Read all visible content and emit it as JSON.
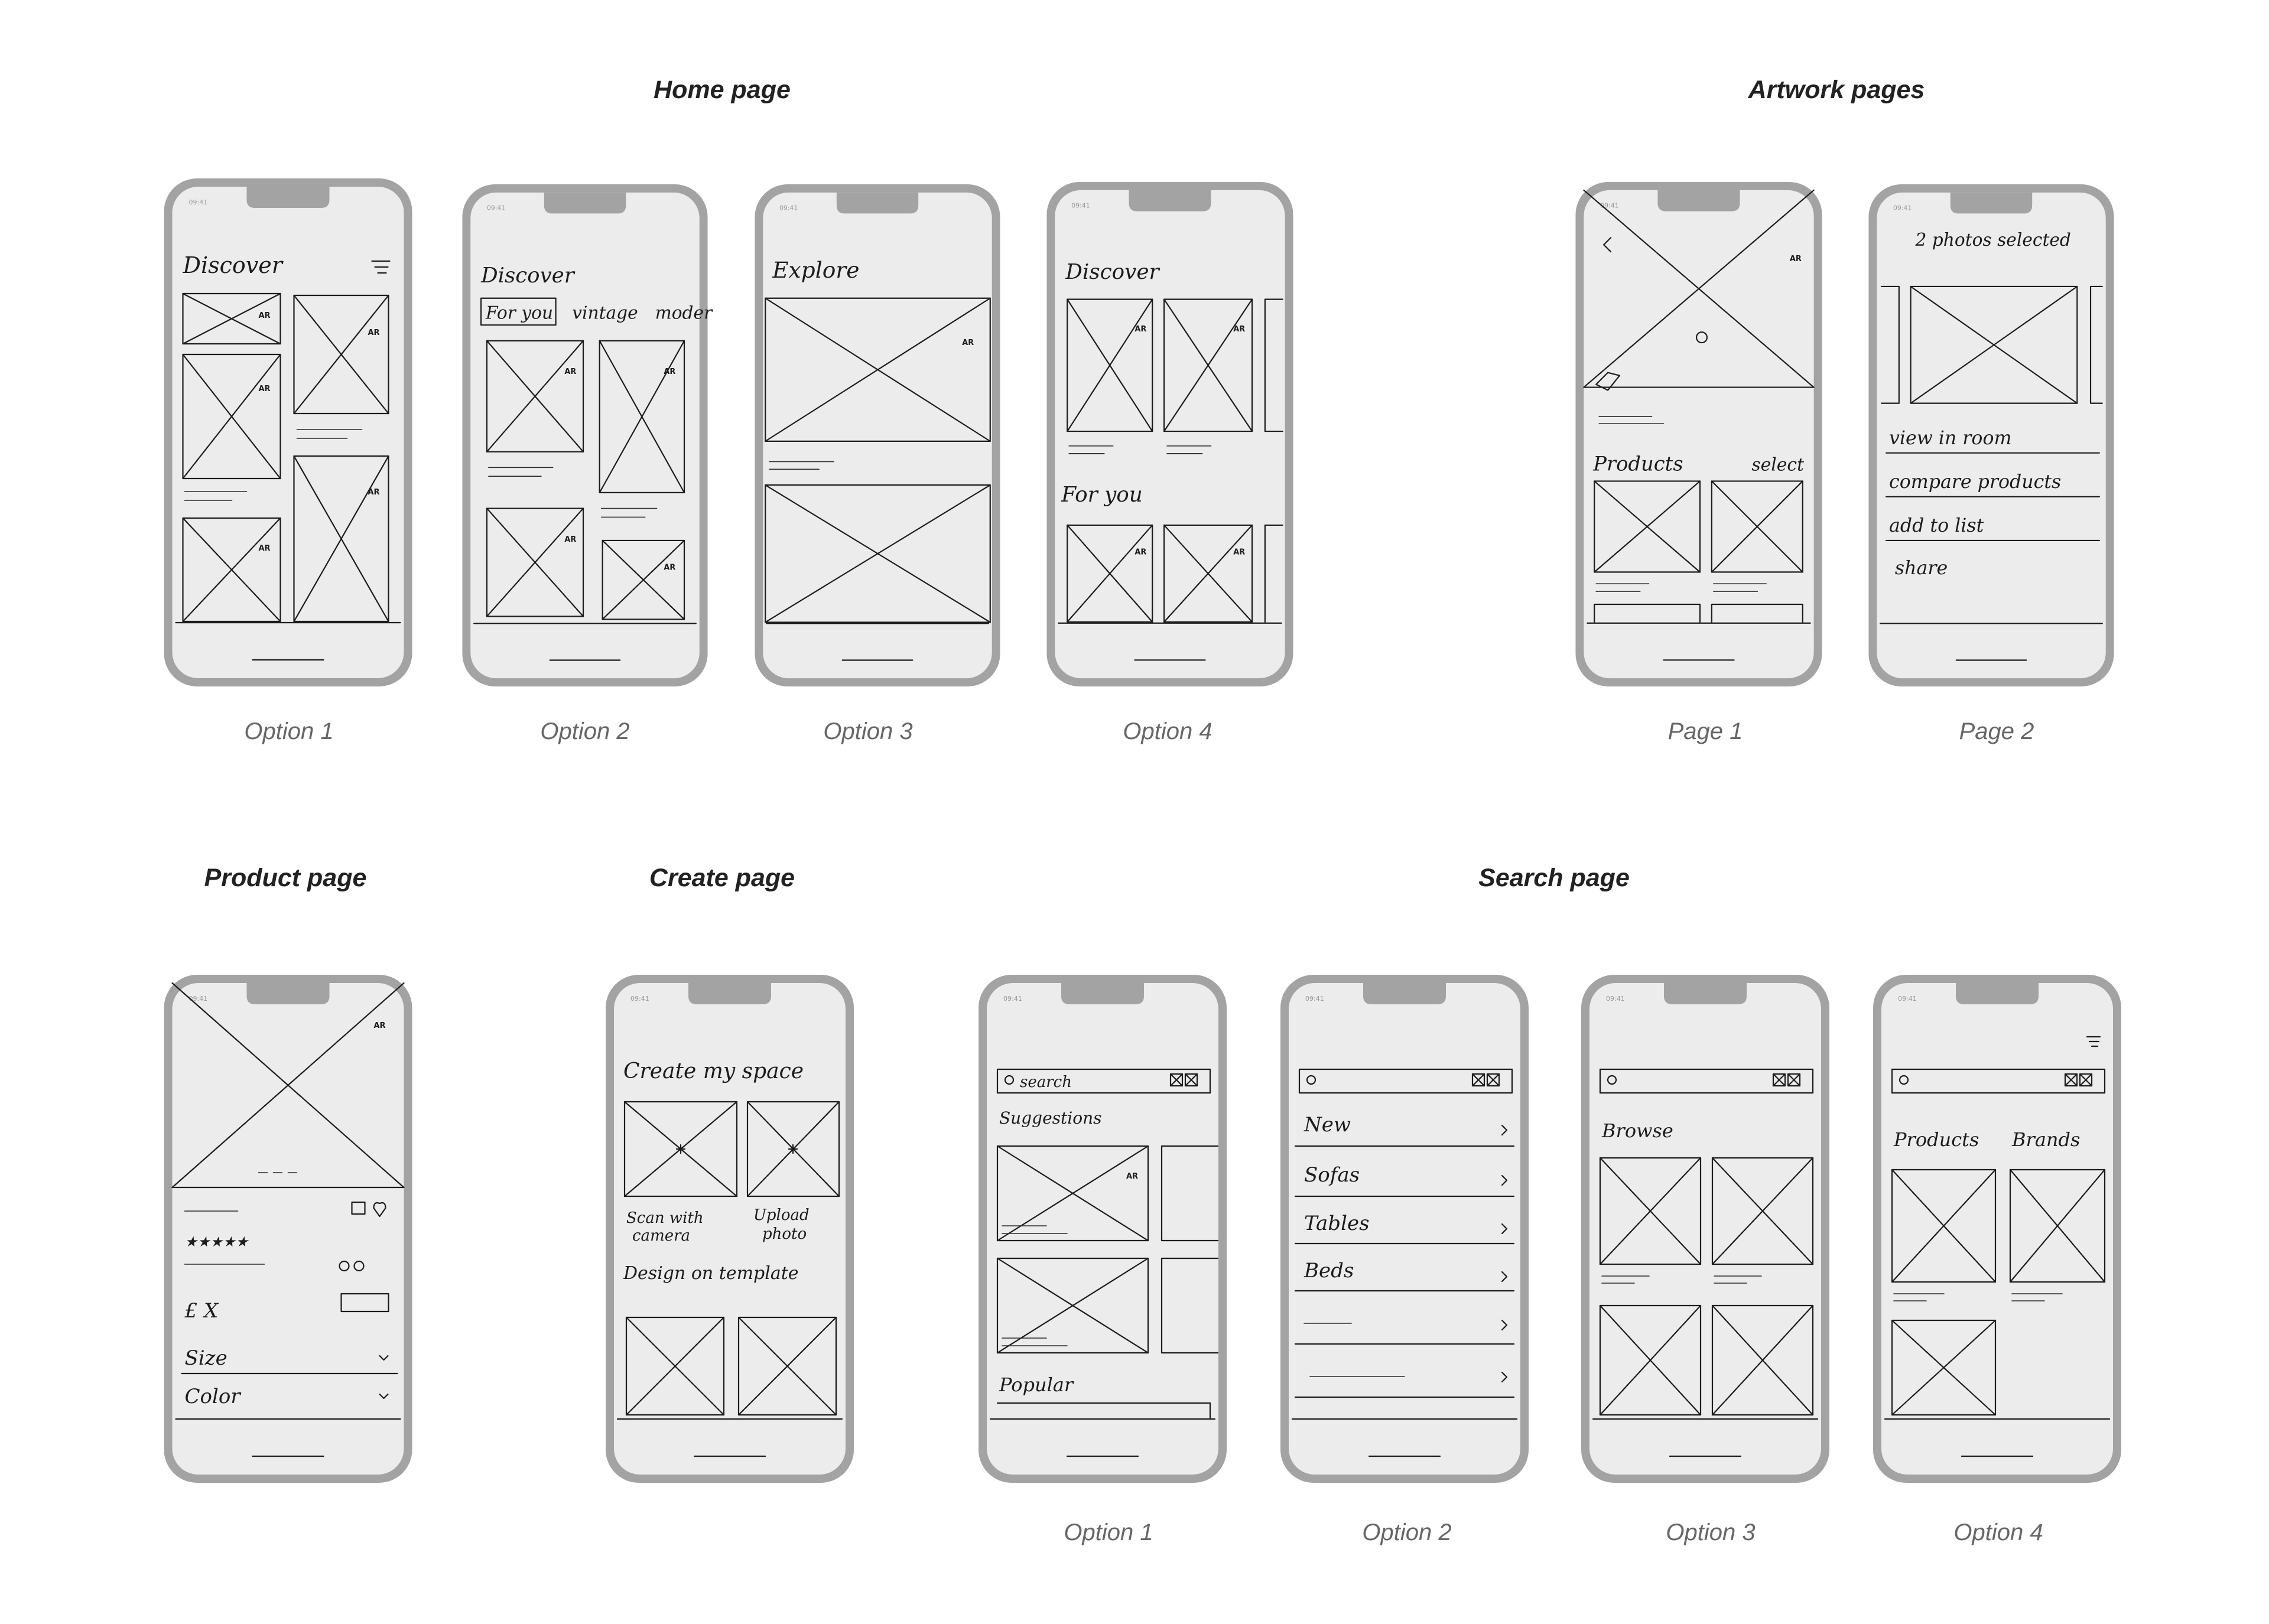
{
  "sections": {
    "home": "Home page",
    "artwork": "Artwork pages",
    "product": "Product page",
    "create": "Create page",
    "search": "Search page"
  },
  "captions": {
    "home_1": "Option 1",
    "home_2": "Option 2",
    "home_3": "Option 3",
    "home_4": "Option 4",
    "artwork_1": "Page 1",
    "artwork_2": "Page 2",
    "search_1": "Option 1",
    "search_2": "Option 2",
    "search_3": "Option 3",
    "search_4": "Option 4"
  },
  "sketch": {
    "time": "09:41",
    "ar": "AR",
    "discover": "Discover",
    "explore": "Explore",
    "for_you": "For you",
    "vintage": "vintage",
    "modern": "moder",
    "photos_selected": "2 photos selected",
    "products": "Products",
    "select": "select",
    "brands": "Brands",
    "view_in_room": "view in room",
    "compare_products": "compare products",
    "add_to_list": "add to list",
    "share": "share",
    "price": "£ X",
    "size": "Size",
    "color": "Color",
    "create_title": "Create my space",
    "scan_with": "Scan with",
    "camera": "camera",
    "upload": "Upload",
    "photo": "photo",
    "design_on_template": "Design on template",
    "search_placeholder": "search",
    "suggestions": "Suggestions",
    "popular": "Popular",
    "new": "New",
    "sofas": "Sofas",
    "tables": "Tables",
    "beds": "Beds",
    "browse": "Browse"
  }
}
